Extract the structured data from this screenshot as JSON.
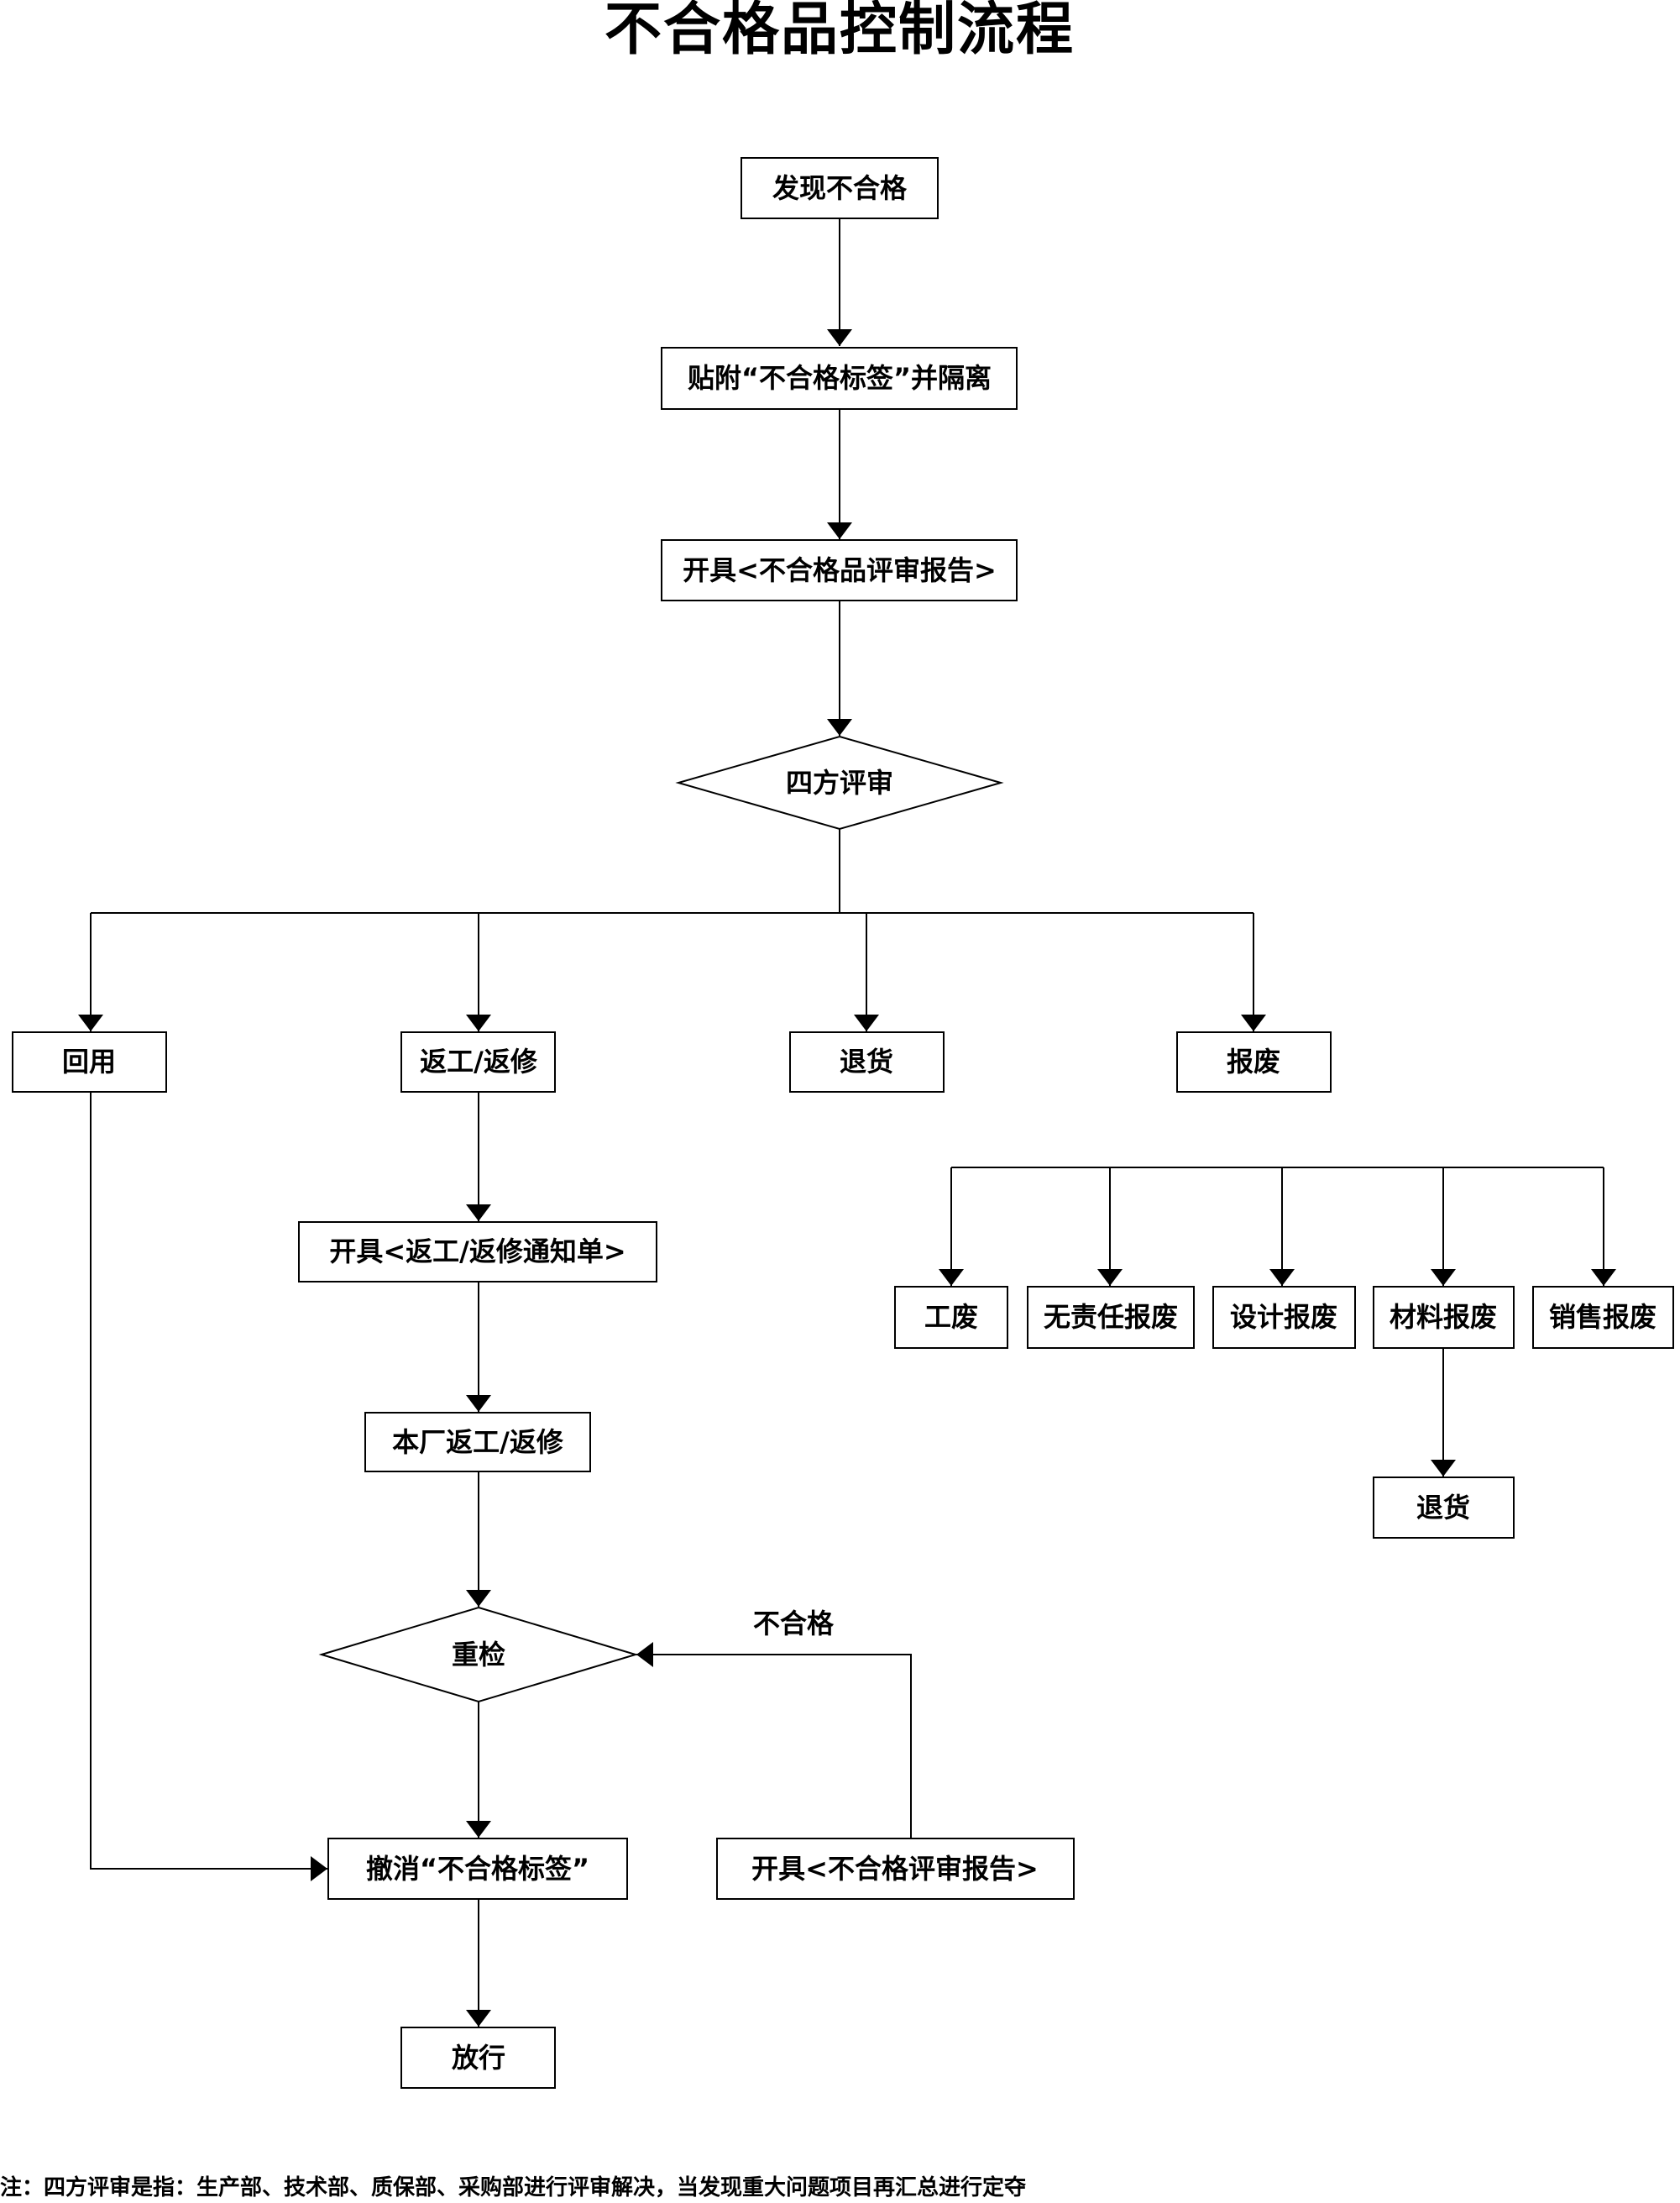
{
  "title": "不合格品控制流程",
  "nodes": {
    "discover": "发现不合格",
    "label_isolate": "贴附“不合格标签”并隔离",
    "report1": "开具<不合格品评审报告>",
    "review": "四方评审",
    "reuse": "回用",
    "rework": "返工/返修",
    "return1": "退货",
    "scrap": "报废",
    "rework_notice": "开具<返工/返修通知单>",
    "factory_rework": "本厂返工/返修",
    "recheck": "重检",
    "cancel_label": "撤消“不合格标签”",
    "release": "放行",
    "report2": "开具<不合格评审报告>",
    "work_scrap": "工废",
    "no_resp_scrap": "无责任报废",
    "design_scrap": "设计报废",
    "material_scrap": "材料报废",
    "sales_scrap": "销售报废",
    "return2": "退货"
  },
  "edge_labels": {
    "fail": "不合格"
  },
  "note": "注：四方评审是指：生产部、技术部、质保部、采购部进行评审解决，当发现重大问题项目再汇总进行定夺"
}
